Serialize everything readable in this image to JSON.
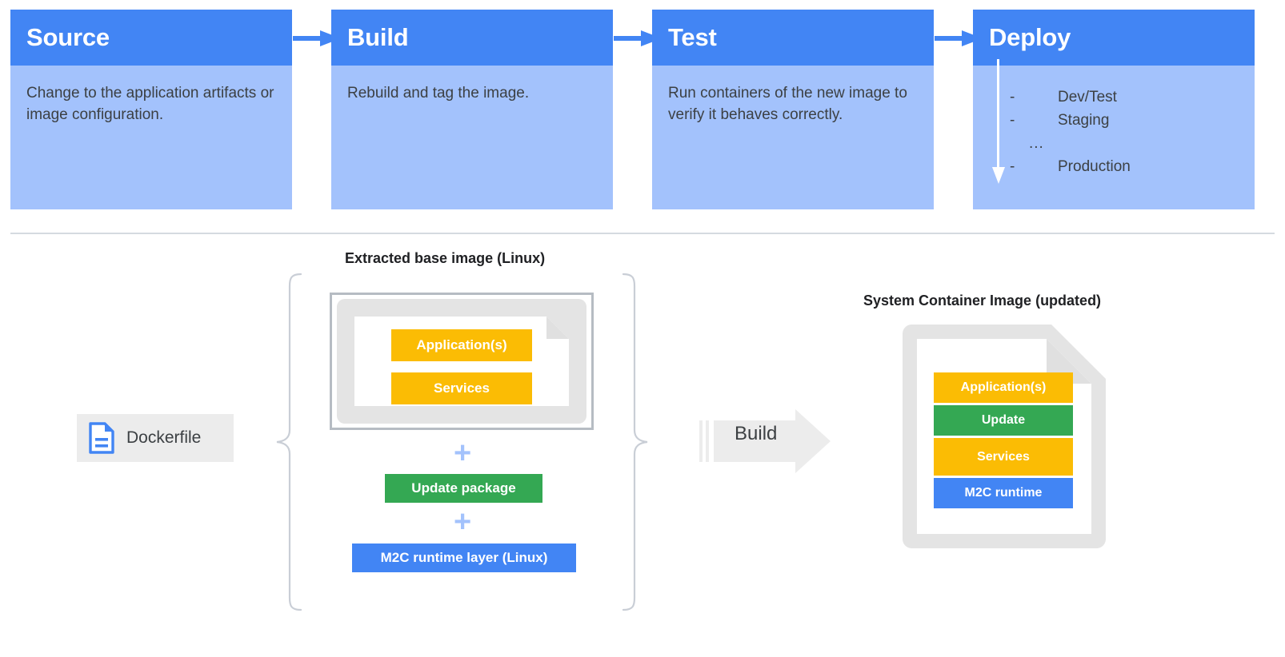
{
  "pipeline": {
    "cards": [
      {
        "title": "Source",
        "body": "Change to the application artifacts or image configuration."
      },
      {
        "title": "Build",
        "body": "Rebuild and tag the image."
      },
      {
        "title": "Test",
        "body": "Run containers of the new image to verify it behaves correctly."
      },
      {
        "title": "Deploy",
        "body": ""
      }
    ],
    "deploy_list": [
      {
        "dash": "-",
        "label": "Dev/Test"
      },
      {
        "dash": "-",
        "label": "Staging"
      }
    ],
    "deploy_ellipsis": "...",
    "deploy_last": {
      "dash": "-",
      "label": "Production"
    },
    "arrow_icon": "arrow-right-icon",
    "deploy_flow_icon": "arrow-down-icon"
  },
  "diagram": {
    "extracted_caption": "Extracted base image (Linux)",
    "system_caption": "System Container Image (updated)",
    "dockerfile": {
      "label": "Dockerfile",
      "icon": "document-icon"
    },
    "build_action": {
      "label": "Build",
      "icon": "arrow-right-block-icon"
    },
    "base_layers": [
      {
        "label": "Application(s)",
        "color": "#fbbc04"
      },
      {
        "label": "Services",
        "color": "#fbbc04"
      }
    ],
    "plus_1": "+",
    "plus_2": "+",
    "update_package": {
      "label": "Update package",
      "color": "#34a853"
    },
    "m2c_runtime_layer": {
      "label": "M2C runtime layer (Linux)",
      "color": "#4285f4"
    },
    "system_layers": [
      {
        "label": "Application(s)",
        "color": "#fbbc04"
      },
      {
        "label": "Update",
        "color": "#34a853"
      },
      {
        "label": "Services",
        "color": "#fbbc04"
      },
      {
        "label": "M2C runtime",
        "color": "#4285f4"
      }
    ]
  },
  "colors": {
    "header_blue": "#4285f4",
    "body_blue": "#a3c2fc",
    "yellow": "#fbbc04",
    "green": "#34a853",
    "blue": "#4285f4",
    "gray_frame": "#e4e4e4",
    "divider": "#d5dae0"
  }
}
